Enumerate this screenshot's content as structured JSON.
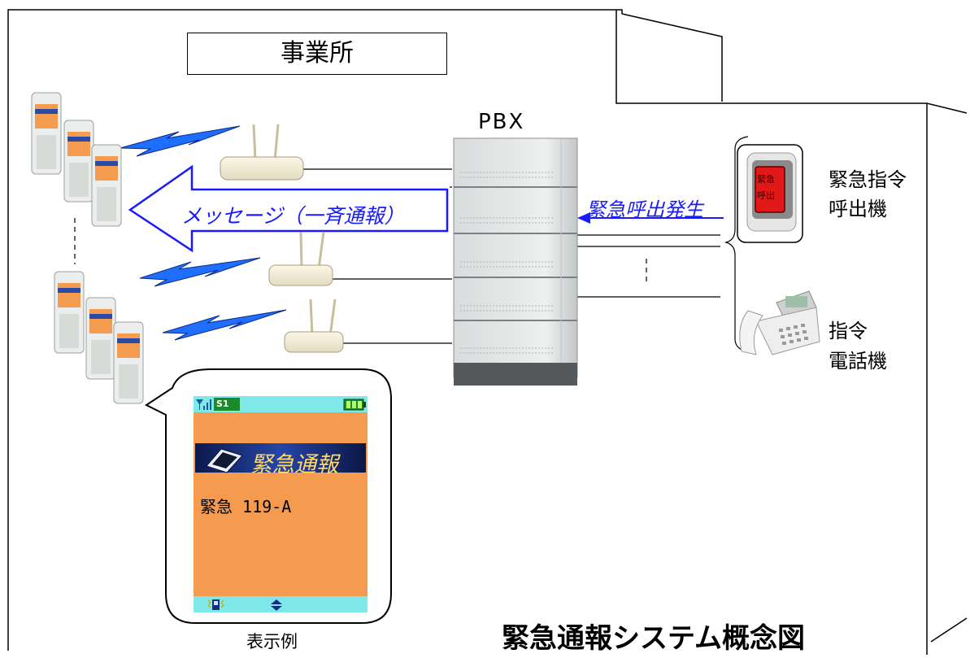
{
  "office_label": "事業所",
  "pbx_label": "PBX",
  "message_label": "メッセージ（一斉通報）",
  "emergency_call_label": "緊急呼出発生",
  "caller_device": {
    "line1": "緊急指令",
    "line2": "呼出機"
  },
  "command_phone": {
    "line1": "指令",
    "line2": "電話機"
  },
  "button_label": {
    "line1": "緊急",
    "line2": "呼出"
  },
  "display_caption": "表示例",
  "title": "緊急通報システム概念図",
  "phone_screen": {
    "status_badge": "S1",
    "banner": "緊急通報",
    "message": "緊急 119-A"
  },
  "colors": {
    "arrow_blue": "#1a1aff",
    "lightning_blue": "#1f6fff",
    "screen_orange": "#f59b50",
    "screen_bar_cyan": "#7fe8e8",
    "button_red": "#e01818"
  },
  "icons": [
    "lightning-icon",
    "antenna-icon",
    "signal-icon",
    "battery-icon",
    "scroll-arrows-icon",
    "vibrate-icon"
  ]
}
